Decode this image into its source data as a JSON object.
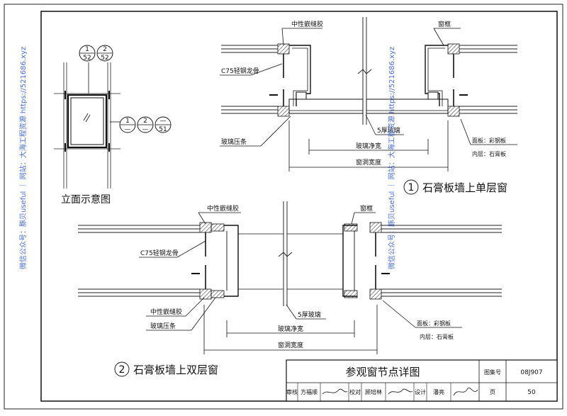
{
  "elevation": {
    "title": "立面示意图",
    "callout_top": [
      {
        "num": "1",
        "sheet": "52"
      },
      {
        "num": "2",
        "sheet": "52"
      }
    ],
    "callout_side": [
      {
        "num": "1",
        "sheet": "—"
      },
      {
        "num": "2",
        "sheet": "—"
      },
      {
        "num": "—",
        "sheet": "51"
      }
    ]
  },
  "detail1": {
    "number": "1",
    "title": "石膏板墙上单层窗",
    "labels": {
      "sealant": "中性嵌缝胶",
      "frame": "窗框",
      "stud": "C75轻钢龙骨",
      "bead": "玻璃压条",
      "glass": "5厚玻璃",
      "glass_width": "玻璃净宽",
      "opening_width": "窗洞宽度",
      "face": "面板：彩钢板",
      "inner": "内层：石膏板"
    }
  },
  "detail2": {
    "number": "2",
    "title": "石膏板墙上双层窗",
    "labels": {
      "sealant_top": "中性嵌缝胶",
      "frame": "窗框",
      "stud": "C75轻钢龙骨",
      "sealant_bottom": "中性嵌缝胶",
      "bead": "玻璃压条",
      "glass": "5厚玻璃",
      "glass_width": "玻璃净宽",
      "opening_width": "窗洞宽度",
      "face": "面板：彩钢板",
      "inner": "内层：石膏板"
    }
  },
  "title_block": {
    "title": "参观窗节点详图",
    "atlas_label": "图集号",
    "atlas_value": "08J907",
    "review_label": "审核",
    "review_name": "方福顺",
    "check_label": "校对",
    "check_name": "顾培林",
    "design_label": "设计",
    "design_name": "潘亮",
    "page_label": "页",
    "page_value": "50"
  },
  "watermark": {
    "left": "微信公众号：豚贝useful ｜ 网站：大海工程资源 https://521686.xyz",
    "right": "微信公众号：豚贝useful ｜ 网站：大海工程资源 https://521686.xyz"
  }
}
